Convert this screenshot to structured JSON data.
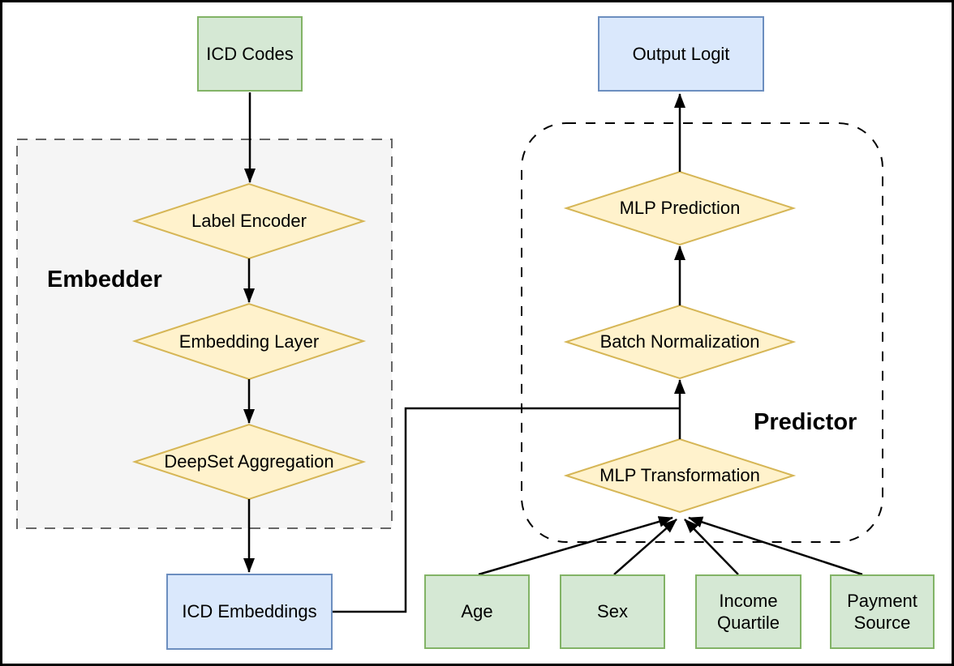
{
  "nodes": {
    "icd_codes": "ICD Codes",
    "output_logit": "Output Logit",
    "icd_embeddings": "ICD Embeddings",
    "label_encoder": "Label Encoder",
    "embedding_layer": "Embedding Layer",
    "deepset_aggregation": "DeepSet Aggregation",
    "mlp_prediction": "MLP Prediction",
    "batch_normalization": "Batch Normalization",
    "mlp_transformation": "MLP Transformation",
    "age": "Age",
    "sex": "Sex",
    "income_quartile": "Income Quartile",
    "payment_source": "Payment Source"
  },
  "groups": {
    "embedder": "Embedder",
    "predictor": "Predictor"
  },
  "edges": [
    {
      "from": "icd_codes",
      "to": "label_encoder"
    },
    {
      "from": "label_encoder",
      "to": "embedding_layer"
    },
    {
      "from": "embedding_layer",
      "to": "deepset_aggregation"
    },
    {
      "from": "deepset_aggregation",
      "to": "icd_embeddings"
    },
    {
      "from": "icd_embeddings",
      "to": "batch_normalization"
    },
    {
      "from": "mlp_transformation",
      "to": "batch_normalization"
    },
    {
      "from": "batch_normalization",
      "to": "mlp_prediction"
    },
    {
      "from": "mlp_prediction",
      "to": "output_logit"
    },
    {
      "from": "age",
      "to": "mlp_transformation"
    },
    {
      "from": "sex",
      "to": "mlp_transformation"
    },
    {
      "from": "income_quartile",
      "to": "mlp_transformation"
    },
    {
      "from": "payment_source",
      "to": "mlp_transformation"
    }
  ],
  "palette": {
    "node_green_fill": "#d5e8d4",
    "node_green_stroke": "#82b366",
    "node_blue_fill": "#dae8fc",
    "node_blue_stroke": "#6c8ebf",
    "diamond_fill": "#fff2cc",
    "diamond_stroke": "#d6b656",
    "embedder_group_fill": "#f5f5f5",
    "embedder_group_stroke": "#666666",
    "predictor_group_stroke": "#000000",
    "connector": "#000000",
    "frame": "#000000",
    "background": "#ffffff",
    "text": "#000000"
  }
}
